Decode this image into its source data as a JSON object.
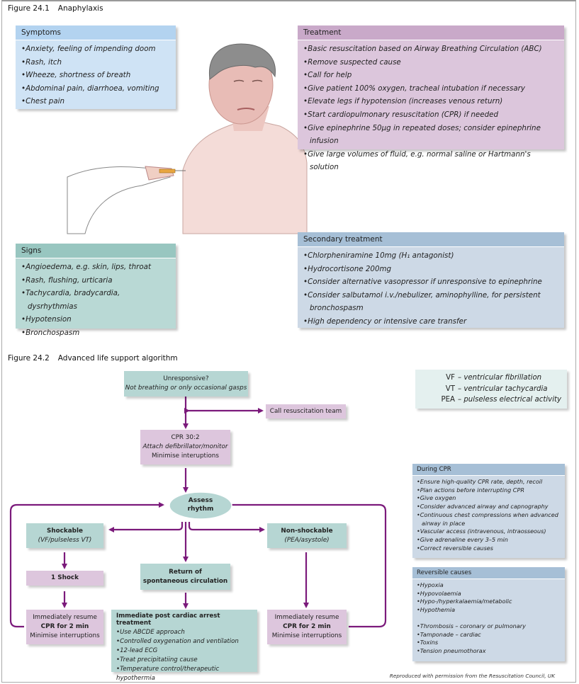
{
  "figure1": {
    "number": "Figure 24.1",
    "title": "Anaphylaxis",
    "symptoms": {
      "header": "Symptoms",
      "items": [
        "Anxiety, feeling of impending doom",
        "Rash, itch",
        "Wheeze, shortness of breath",
        "Abdominal pain, diarrhoea, vomiting",
        "Chest pain"
      ]
    },
    "treatment": {
      "header": "Treatment",
      "items": [
        "Basic resuscitation based on Airway Breathing Circulation (ABC)",
        "Remove suspected cause",
        "Call for help",
        "Give patient 100% oxygen, tracheal intubation if necessary",
        "Elevate legs if hypotension (increases venous return)",
        "Start cardiopulmonary resuscitation (CPR) if needed",
        "Give epinephrine 50µg in repeated doses; consider epinephrine infusion",
        "Give large volumes of fluid, e.g. normal saline or Hartmann's solution"
      ]
    },
    "signs": {
      "header": "Signs",
      "items": [
        "Angioedema, e.g. skin, lips, throat",
        "Rash, flushing, urticaria",
        "Tachycardia, bradycardia, dysrhythmias",
        "Hypotension",
        "Bronchospasm"
      ]
    },
    "secondary": {
      "header": "Secondary treatment",
      "items": [
        "Chlorpheniramine 10mg  (H₁ antagonist)",
        "Hydrocortisone 200mg",
        "Consider alternative vasopressor if unresponsive to epinephrine",
        "Consider salbutamol i.v./nebulizer, aminophylline, for persistent bronchospasm",
        "High dependency or intensive care transfer"
      ]
    }
  },
  "figure2": {
    "number": "Figure 24.2",
    "title": "Advanced life support algorithm",
    "unresponsive": {
      "line1": "Unresponsive?",
      "line2": "Not breathing or only occasional gasps"
    },
    "call_team": "Call resuscitation team",
    "cpr": {
      "line1": "CPR 30:2",
      "line2": "Attach defibrillator/monitor",
      "line3": "Minimise interuptions"
    },
    "assess": {
      "line1": "Assess",
      "line2": "rhythm"
    },
    "shockable": {
      "line1": "Shockable",
      "line2": "(VF/pulseless VT)"
    },
    "non_shockable": {
      "line1": "Non-shockable",
      "line2": "(PEA/asystole)"
    },
    "shock": "1 Shock",
    "rosc": {
      "line1": "Return of",
      "line2": "spontaneous circulation"
    },
    "resume_left": {
      "line1": "Immediately resume",
      "line2": "CPR for 2 min",
      "line3": "Minimise interruptions"
    },
    "resume_right": {
      "line1": "Immediately resume",
      "line2": "CPR for 2 min",
      "line3": "Minimise interruptions"
    },
    "post_arrest": {
      "title": "Immediate post cardiac arrest treatment",
      "items": [
        "Use ABCDE approach",
        "Controlled oxygenation and ventilation",
        "12-lead ECG",
        "Treat precipitatiing cause",
        "Temperature control/therapeutic hypothermia"
      ]
    },
    "legend": [
      {
        "abbr": "VF",
        "def": "– ventricular fibrillation"
      },
      {
        "abbr": "VT",
        "def": "– ventricular tachycardia"
      },
      {
        "abbr": "PEA",
        "def": "– pulseless electrical activity"
      }
    ],
    "during_cpr": {
      "header": "During CPR",
      "items": [
        "Ensure high-quality CPR rate, depth, recoil",
        "Plan actions before interrupting CPR",
        "Give oxygen",
        "Consider advanced airway and capnography",
        "Continuous chest compressions when advanced airway in place",
        "Vascular access (intravenous, intraosseous)",
        "Give adrenaline every 3–5 min",
        "Correct reversible causes"
      ]
    },
    "reversible": {
      "header": "Reversible causes",
      "items": [
        "Hypoxia",
        "Hypovolaemia",
        "Hypo-/hyperkalaemia/metabolic",
        "Hypothemia",
        "Thrombosis – coronary or pulmonary",
        "Tamponade – cardiac",
        "Toxins",
        "Tension pneumothorax"
      ]
    },
    "credit": "Reproduced with permission from the Resuscitation Council, UK"
  },
  "colors": {
    "arrow": "#7b1a7b",
    "teal_box": "#b6d6d3",
    "pink_box": "#ddc6dd",
    "symptoms": "#cfe3f5",
    "signs": "#b9d9d5",
    "treatment": "#dcc6dc",
    "secondary": "#cdd9e6"
  },
  "icons": {
    "illustration": "patient-receiving-injection-illustration"
  }
}
